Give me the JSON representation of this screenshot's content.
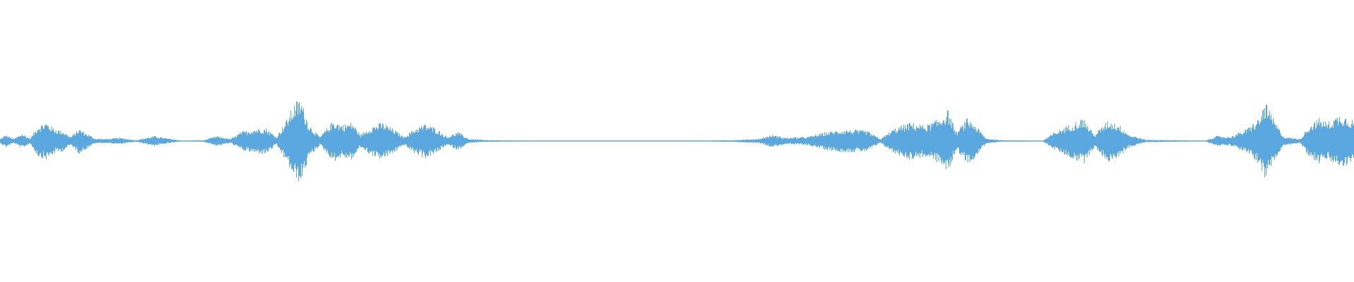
{
  "waveform": {
    "color": "#5ba8e0",
    "duration_fraction_profile": [
      [
        0.0,
        0.05
      ],
      [
        0.004,
        0.15
      ],
      [
        0.01,
        0.05
      ],
      [
        0.016,
        0.18
      ],
      [
        0.022,
        0.06
      ],
      [
        0.028,
        0.38
      ],
      [
        0.034,
        0.45
      ],
      [
        0.04,
        0.3
      ],
      [
        0.046,
        0.25
      ],
      [
        0.052,
        0.1
      ],
      [
        0.058,
        0.3
      ],
      [
        0.064,
        0.18
      ],
      [
        0.07,
        0.06
      ],
      [
        0.078,
        0.05
      ],
      [
        0.088,
        0.08
      ],
      [
        0.1,
        0.02
      ],
      [
        0.114,
        0.12
      ],
      [
        0.124,
        0.06
      ],
      [
        0.134,
        0.01
      ],
      [
        0.15,
        0.02
      ],
      [
        0.16,
        0.12
      ],
      [
        0.17,
        0.05
      ],
      [
        0.178,
        0.22
      ],
      [
        0.188,
        0.3
      ],
      [
        0.196,
        0.32
      ],
      [
        0.204,
        0.1
      ],
      [
        0.212,
        0.55
      ],
      [
        0.218,
        0.95
      ],
      [
        0.222,
        1.0
      ],
      [
        0.228,
        0.4
      ],
      [
        0.236,
        0.1
      ],
      [
        0.246,
        0.5
      ],
      [
        0.252,
        0.4
      ],
      [
        0.26,
        0.45
      ],
      [
        0.266,
        0.15
      ],
      [
        0.274,
        0.35
      ],
      [
        0.282,
        0.45
      ],
      [
        0.29,
        0.3
      ],
      [
        0.298,
        0.1
      ],
      [
        0.306,
        0.3
      ],
      [
        0.314,
        0.42
      ],
      [
        0.322,
        0.3
      ],
      [
        0.33,
        0.1
      ],
      [
        0.338,
        0.22
      ],
      [
        0.346,
        0.05
      ],
      [
        0.36,
        0.02
      ],
      [
        0.4,
        0.01
      ],
      [
        0.5,
        0.01
      ],
      [
        0.54,
        0.02
      ],
      [
        0.56,
        0.05
      ],
      [
        0.57,
        0.15
      ],
      [
        0.58,
        0.08
      ],
      [
        0.596,
        0.1
      ],
      [
        0.61,
        0.22
      ],
      [
        0.625,
        0.28
      ],
      [
        0.64,
        0.25
      ],
      [
        0.65,
        0.05
      ],
      [
        0.66,
        0.3
      ],
      [
        0.672,
        0.45
      ],
      [
        0.684,
        0.38
      ],
      [
        0.694,
        0.55
      ],
      [
        0.7,
        0.75
      ],
      [
        0.706,
        0.2
      ],
      [
        0.714,
        0.55
      ],
      [
        0.72,
        0.4
      ],
      [
        0.728,
        0.06
      ],
      [
        0.74,
        0.02
      ],
      [
        0.77,
        0.01
      ],
      [
        0.778,
        0.2
      ],
      [
        0.79,
        0.4
      ],
      [
        0.8,
        0.55
      ],
      [
        0.808,
        0.15
      ],
      [
        0.818,
        0.5
      ],
      [
        0.826,
        0.4
      ],
      [
        0.834,
        0.15
      ],
      [
        0.846,
        0.03
      ],
      [
        0.89,
        0.01
      ],
      [
        0.898,
        0.12
      ],
      [
        0.908,
        0.1
      ],
      [
        0.92,
        0.28
      ],
      [
        0.93,
        0.55
      ],
      [
        0.934,
        0.95
      ],
      [
        0.94,
        0.55
      ],
      [
        0.948,
        0.1
      ],
      [
        0.96,
        0.05
      ],
      [
        0.966,
        0.35
      ],
      [
        0.974,
        0.55
      ],
      [
        0.98,
        0.45
      ],
      [
        0.99,
        0.65
      ],
      [
        1.0,
        0.5
      ]
    ]
  }
}
